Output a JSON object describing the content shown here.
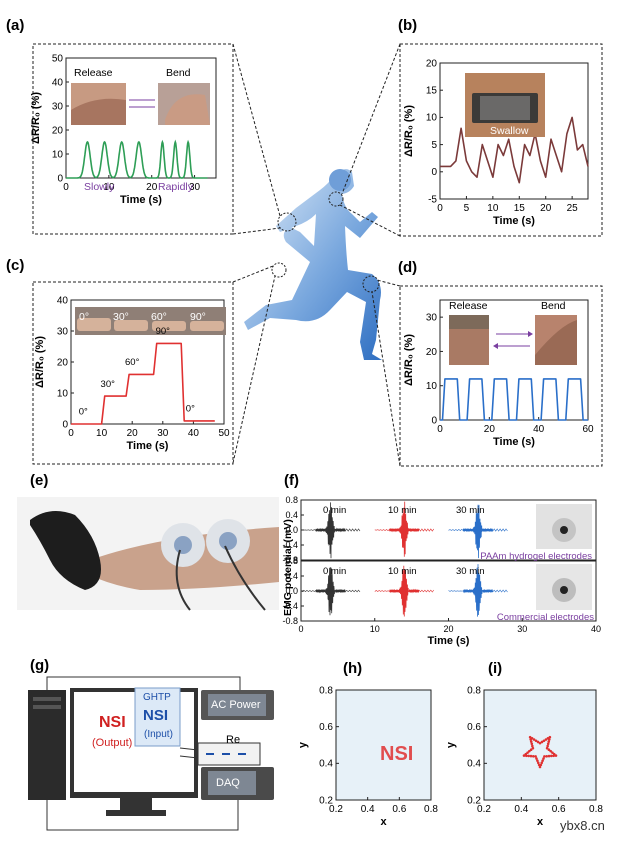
{
  "panels": {
    "a": {
      "label": "(a)",
      "release": "Release",
      "bend": "Bend",
      "slowly": "Slowly",
      "rapidly": "Rapidly",
      "xlabel": "Time (s)",
      "ylabel": "ΔR/R₀ (%)"
    },
    "b": {
      "label": "(b)",
      "swallow": "Swallow",
      "xlabel": "Time (s)",
      "ylabel": "ΔR/R₀ (%)"
    },
    "c": {
      "label": "(c)",
      "xlabel": "Time (s)",
      "ylabel": "ΔR/R₀ (%)",
      "angles": [
        "0°",
        "30°",
        "60°",
        "90°"
      ],
      "step_labels": [
        "0°",
        "30°",
        "60°",
        "90°",
        "0°"
      ]
    },
    "d": {
      "label": "(d)",
      "release": "Release",
      "bend": "Bend",
      "xlabel": "Time (s)",
      "ylabel": "ΔR/R₀ (%)"
    },
    "e": {
      "label": "(e)"
    },
    "f": {
      "label": "(f)",
      "ylabel": "EMG potential (mV)",
      "xlabel": "Time (s)",
      "times": [
        "0 min",
        "10 min",
        "30 min"
      ],
      "top_caption": "PAAm hydrogel electrodes",
      "bottom_caption": "Commercial electrodes"
    },
    "g": {
      "label": "(g)",
      "nsi_out": "NSI",
      "output": "(Output)",
      "ghtp": "GHTP",
      "nsi_in": "NSI",
      "input": "(Input)",
      "ac_power": "AC Power",
      "re": "Re",
      "daq": "DAQ"
    },
    "h": {
      "label": "(h)",
      "xlabel": "x",
      "ylabel": "y",
      "text": "NSI"
    },
    "i": {
      "label": "(i)",
      "xlabel": "x",
      "ylabel": "y"
    }
  },
  "watermark": "ybx8.cn",
  "chart_data": [
    {
      "panel": "a",
      "type": "line",
      "x": [
        0,
        3,
        5,
        7,
        9,
        11,
        13,
        15,
        17,
        19,
        21,
        22.5,
        24,
        25.5,
        27,
        28.5,
        30,
        33
      ],
      "y": [
        0,
        0,
        15,
        2,
        15,
        2,
        15,
        2,
        15,
        0,
        0,
        15,
        0,
        15,
        0,
        15,
        0,
        0
      ],
      "xlim": [
        0,
        35
      ],
      "ylim": [
        0,
        50
      ],
      "xticks": [
        0,
        10,
        20,
        30
      ],
      "yticks": [
        0,
        10,
        20,
        30,
        40,
        50
      ],
      "color": "#2e9e56"
    },
    {
      "panel": "b",
      "type": "line",
      "x": [
        0,
        2,
        3,
        4,
        5,
        6,
        7,
        8,
        9,
        10,
        11,
        12,
        13,
        14,
        15,
        16,
        17,
        18,
        19,
        20,
        21,
        22,
        23,
        24,
        25,
        26,
        27,
        28
      ],
      "y": [
        1,
        1,
        2,
        8,
        2,
        0,
        -1,
        5,
        2,
        -1,
        5,
        3,
        6,
        1,
        -2,
        5,
        3,
        7,
        2,
        -1,
        6,
        3,
        0,
        7,
        10,
        4,
        5,
        1
      ],
      "xlim": [
        0,
        28
      ],
      "ylim": [
        -5,
        20
      ],
      "xticks": [
        0,
        5,
        10,
        15,
        20,
        25
      ],
      "yticks": [
        -5,
        0,
        5,
        10,
        15,
        20
      ],
      "color": "#7b3a3a"
    },
    {
      "panel": "c",
      "type": "line",
      "x": [
        0,
        10,
        11,
        18,
        19,
        27,
        28,
        36,
        37,
        47
      ],
      "y": [
        0,
        0,
        9,
        9,
        16,
        16,
        26,
        26,
        1,
        1
      ],
      "xlim": [
        0,
        50
      ],
      "ylim": [
        0,
        40
      ],
      "xticks": [
        0,
        10,
        20,
        30,
        40,
        50
      ],
      "yticks": [
        0,
        10,
        20,
        30,
        40
      ],
      "color": "#e03131"
    },
    {
      "panel": "d",
      "type": "line",
      "x": [
        0,
        1,
        2,
        7,
        8,
        11,
        12,
        17,
        18,
        21,
        22,
        27,
        28,
        31,
        32,
        37,
        38,
        41,
        42,
        47,
        48,
        51,
        52,
        57,
        58,
        60
      ],
      "y": [
        0,
        0,
        12,
        12,
        0,
        0,
        12,
        12,
        0,
        0,
        12,
        12,
        0,
        0,
        12,
        12,
        0,
        0,
        12,
        12,
        0,
        0,
        12,
        12,
        0,
        0
      ],
      "xlim": [
        0,
        60
      ],
      "ylim": [
        0,
        35
      ],
      "xticks": [
        0,
        20,
        40,
        60
      ],
      "yticks": [
        0,
        10,
        20,
        30
      ],
      "color": "#2a6fc9"
    },
    {
      "panel": "f",
      "type": "line",
      "series": [
        {
          "name": "PAAm hydrogel electrodes"
        },
        {
          "name": "Commercial electrodes"
        }
      ],
      "xlim": [
        0,
        40
      ],
      "ylim": [
        -0.8,
        0.8
      ],
      "xticks": [
        0,
        10,
        20,
        30,
        40
      ],
      "yticks": [
        -0.8,
        -0.4,
        0.0,
        0.4,
        0.8
      ],
      "bursts": [
        {
          "t": 4,
          "color": "#333333"
        },
        {
          "t": 14,
          "color": "#e03131"
        },
        {
          "t": 24,
          "color": "#2a6fc9"
        }
      ]
    },
    {
      "panel": "h",
      "type": "scatter",
      "xlim": [
        0.2,
        0.8
      ],
      "ylim": [
        0.2,
        0.8
      ],
      "xticks": [
        0.2,
        0.4,
        0.6,
        0.8
      ],
      "yticks": [
        0.2,
        0.4,
        0.6,
        0.8
      ],
      "color": "#e03131"
    },
    {
      "panel": "i",
      "type": "scatter",
      "xlim": [
        0.2,
        0.8
      ],
      "ylim": [
        0.2,
        0.8
      ],
      "xticks": [
        0.2,
        0.4,
        0.6,
        0.8
      ],
      "yticks": [
        0.2,
        0.4,
        0.6,
        0.8
      ],
      "color": "#e03131"
    }
  ]
}
